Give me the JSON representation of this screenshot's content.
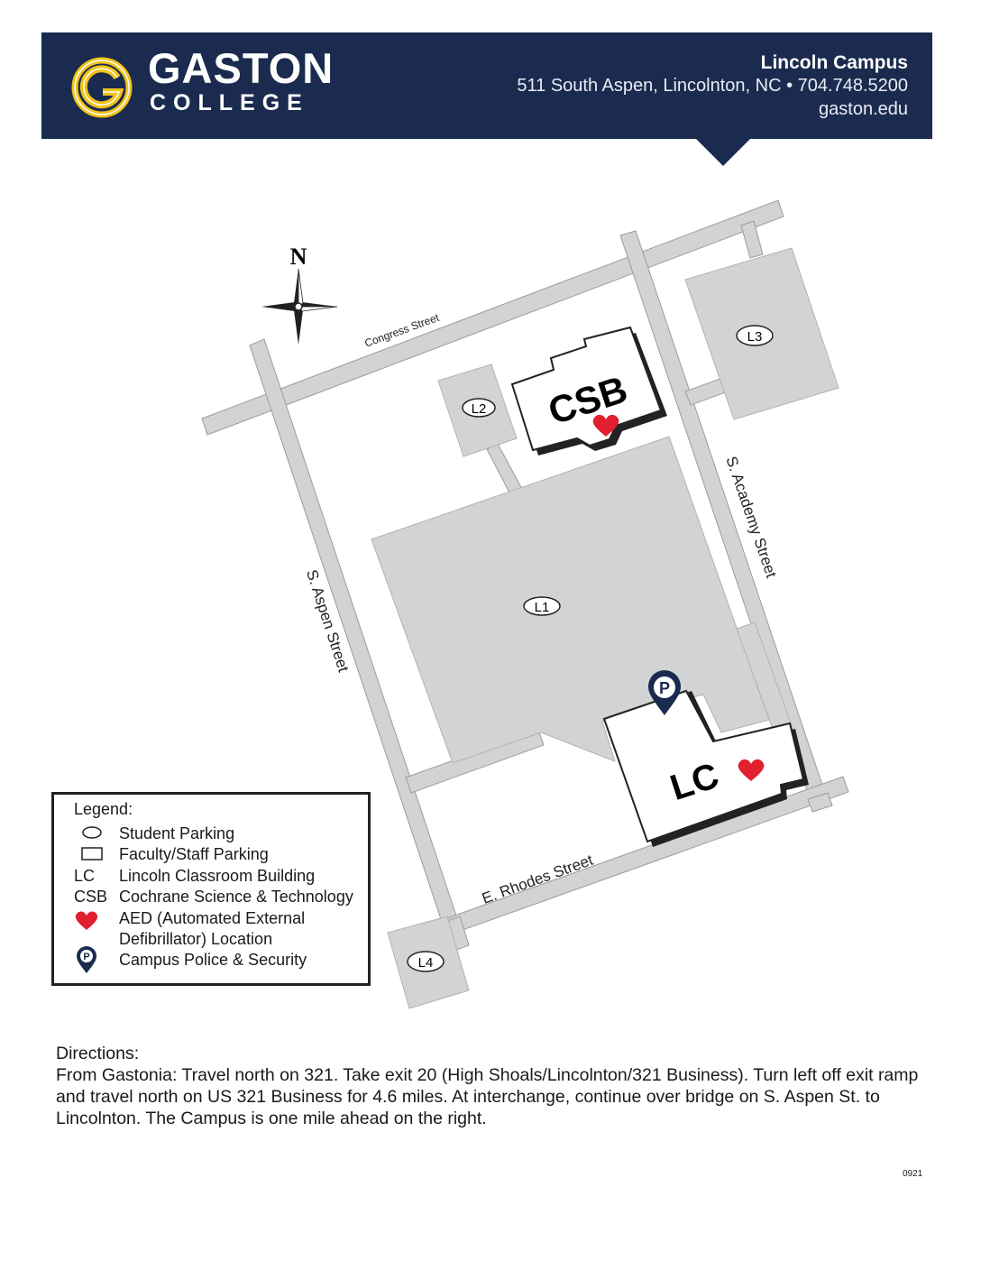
{
  "header": {
    "logo_word1": "GASTON",
    "logo_word2": "COLLEGE",
    "logo_letter": "G",
    "campus_title": "Lincoln Campus",
    "campus_address": "511 South Aspen, Lincolnton, NC • 704.748.5200",
    "campus_web": "gaston.edu",
    "colors": {
      "navy": "#1b2b4f",
      "gold": "#f2c319"
    }
  },
  "map": {
    "compass_label": "N",
    "streets": {
      "congress": "Congress Street",
      "aspen": "S. Aspen Street",
      "academy": "S. Academy Street",
      "rhodes": "E. Rhodes Street"
    },
    "lots": {
      "l1": "L1",
      "l2": "L2",
      "l3": "L3",
      "l4": "L4"
    },
    "buildings": {
      "csb": "CSB",
      "lc": "LC"
    },
    "icons": {
      "aed": "heart-icon",
      "police": "police-pin-icon"
    },
    "colors": {
      "street": "#d1d3d4",
      "lot": "#d1d3d4",
      "aed": "#e0202f",
      "police": "#1b2b4f"
    }
  },
  "legend": {
    "title": "Legend:",
    "student_parking": "Student Parking",
    "faculty_parking": "Faculty/Staff Parking",
    "lc_abbr": "LC",
    "lc_name": "Lincoln Classroom Building",
    "csb_abbr": "CSB",
    "csb_name": "Cochrane Science & Technology",
    "aed_line1": "AED (Automated External",
    "aed_line2": "Defibrillator) Location",
    "police": "Campus Police & Security"
  },
  "directions": {
    "heading": "Directions:",
    "body": "From Gastonia: Travel north on 321. Take exit 20 (High Shoals/Lincolnton/321 Business). Turn left off exit ramp and travel north on US 321 Business for 4.6 miles. At interchange, continue over bridge on S. Aspen St. to Lincolnton. The Campus is one mile ahead on the right."
  },
  "doc_code": "0921"
}
